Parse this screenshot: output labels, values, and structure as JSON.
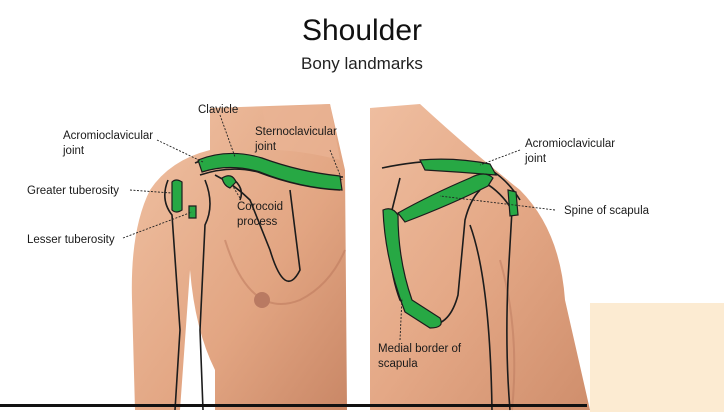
{
  "title": "Shoulder",
  "subtitle": "Bony landmarks",
  "labels": {
    "clavicle": "Clavicle",
    "sternoclavicular": "Sternoclavicular\njoint",
    "acromio_left": "Acromioclavicular\njoint",
    "greater_tuberosity": "Greater tuberosity",
    "lesser_tuberosity": "Lesser tuberosity",
    "coracoid": "Corocoid\nprocess",
    "acromio_right": "Acromioclavicular\njoint",
    "spine_scapula": "Spine of scapula",
    "medial_border": "Medial border of\nscapula"
  },
  "colors": {
    "skin": "#e8b08f",
    "skin_shadow": "#c98766",
    "bone_highlight": "#27a844",
    "outline": "#1c1c1c",
    "corner_block": "#fcebd2"
  }
}
